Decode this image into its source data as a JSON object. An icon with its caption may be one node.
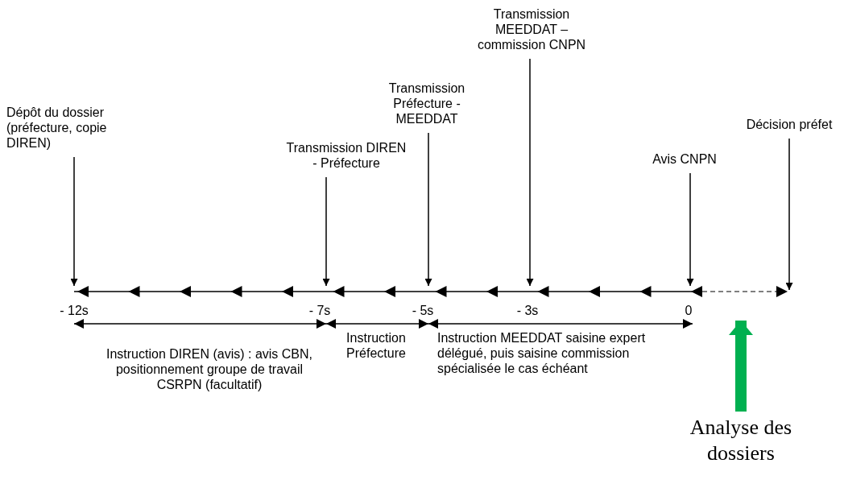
{
  "diagram": {
    "nodes": [
      {
        "text": [
          "Dépôt du dossier (préfecture, copie DIREN)"
        ]
      },
      {
        "text": [
          "Transmission DIREN - Préfecture"
        ]
      },
      {
        "text": [
          "Transmission Préfecture - MEEDDAT"
        ]
      },
      {
        "text": [
          "Transmission MEEDDAT – commission CNPN"
        ]
      },
      {
        "text": [
          "Avis CNPN"
        ]
      },
      {
        "text": [
          "Décision préfet"
        ]
      },
      {
        "text": [
          "Analyse des dossiers"
        ]
      }
    ],
    "edges": [
      {
        "from": 0,
        "to": null,
        "arrow": "to"
      },
      {
        "from": 1,
        "to": null,
        "arrow": "to"
      },
      {
        "from": 2,
        "to": null,
        "arrow": "to"
      },
      {
        "from": 3,
        "to": null,
        "arrow": "to"
      },
      {
        "from": 4,
        "to": null,
        "arrow": "to"
      },
      {
        "from": 5,
        "to": null,
        "arrow": "to"
      },
      {
        "from": 6,
        "to": null,
        "arrow": "to",
        "style": "thick",
        "color": "#00b050"
      }
    ],
    "labels": [
      "- 12s",
      "- 7s",
      "- 5s",
      "- 3s",
      "0",
      "Instruction DIREN (avis) : avis CBN, positionnement groupe de travail CSRPN (facultatif)",
      "Instruction Préfecture",
      "Instruction MEEDDAT saisine expert délégué, puis saisine commission spécialisée le cas échéant"
    ]
  }
}
